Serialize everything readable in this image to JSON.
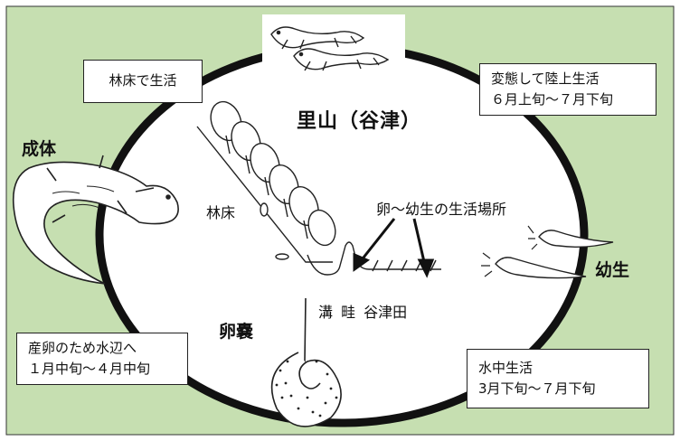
{
  "colors": {
    "background": "#c6dfb1",
    "ring": "#111111",
    "frame": "#ffffff"
  },
  "title": "里山（谷津）",
  "stages": {
    "adult": "成体",
    "larva": "幼生",
    "egg_sac": "卵嚢"
  },
  "boxes": {
    "forest_life": "林床で生活",
    "metamorphosis_line1": "変態して陸上生活",
    "metamorphosis_line2": "６月上旬～７月下旬",
    "spawning_line1": "産卵のため水辺へ",
    "spawning_line2": "１月中旬～４月中旬",
    "aquatic_line1": "水中生活",
    "aquatic_line2": "3月下旬～７月下旬"
  },
  "labels": {
    "forest_floor": "林床",
    "larva_habitat": "卵～幼生の生活場所",
    "terrain": "溝 畦 谷津田"
  },
  "icons": [
    "adult-salamander-icon",
    "juvenile-salamander-icon",
    "larva-icon",
    "egg-sac-icon",
    "tree-icon"
  ]
}
